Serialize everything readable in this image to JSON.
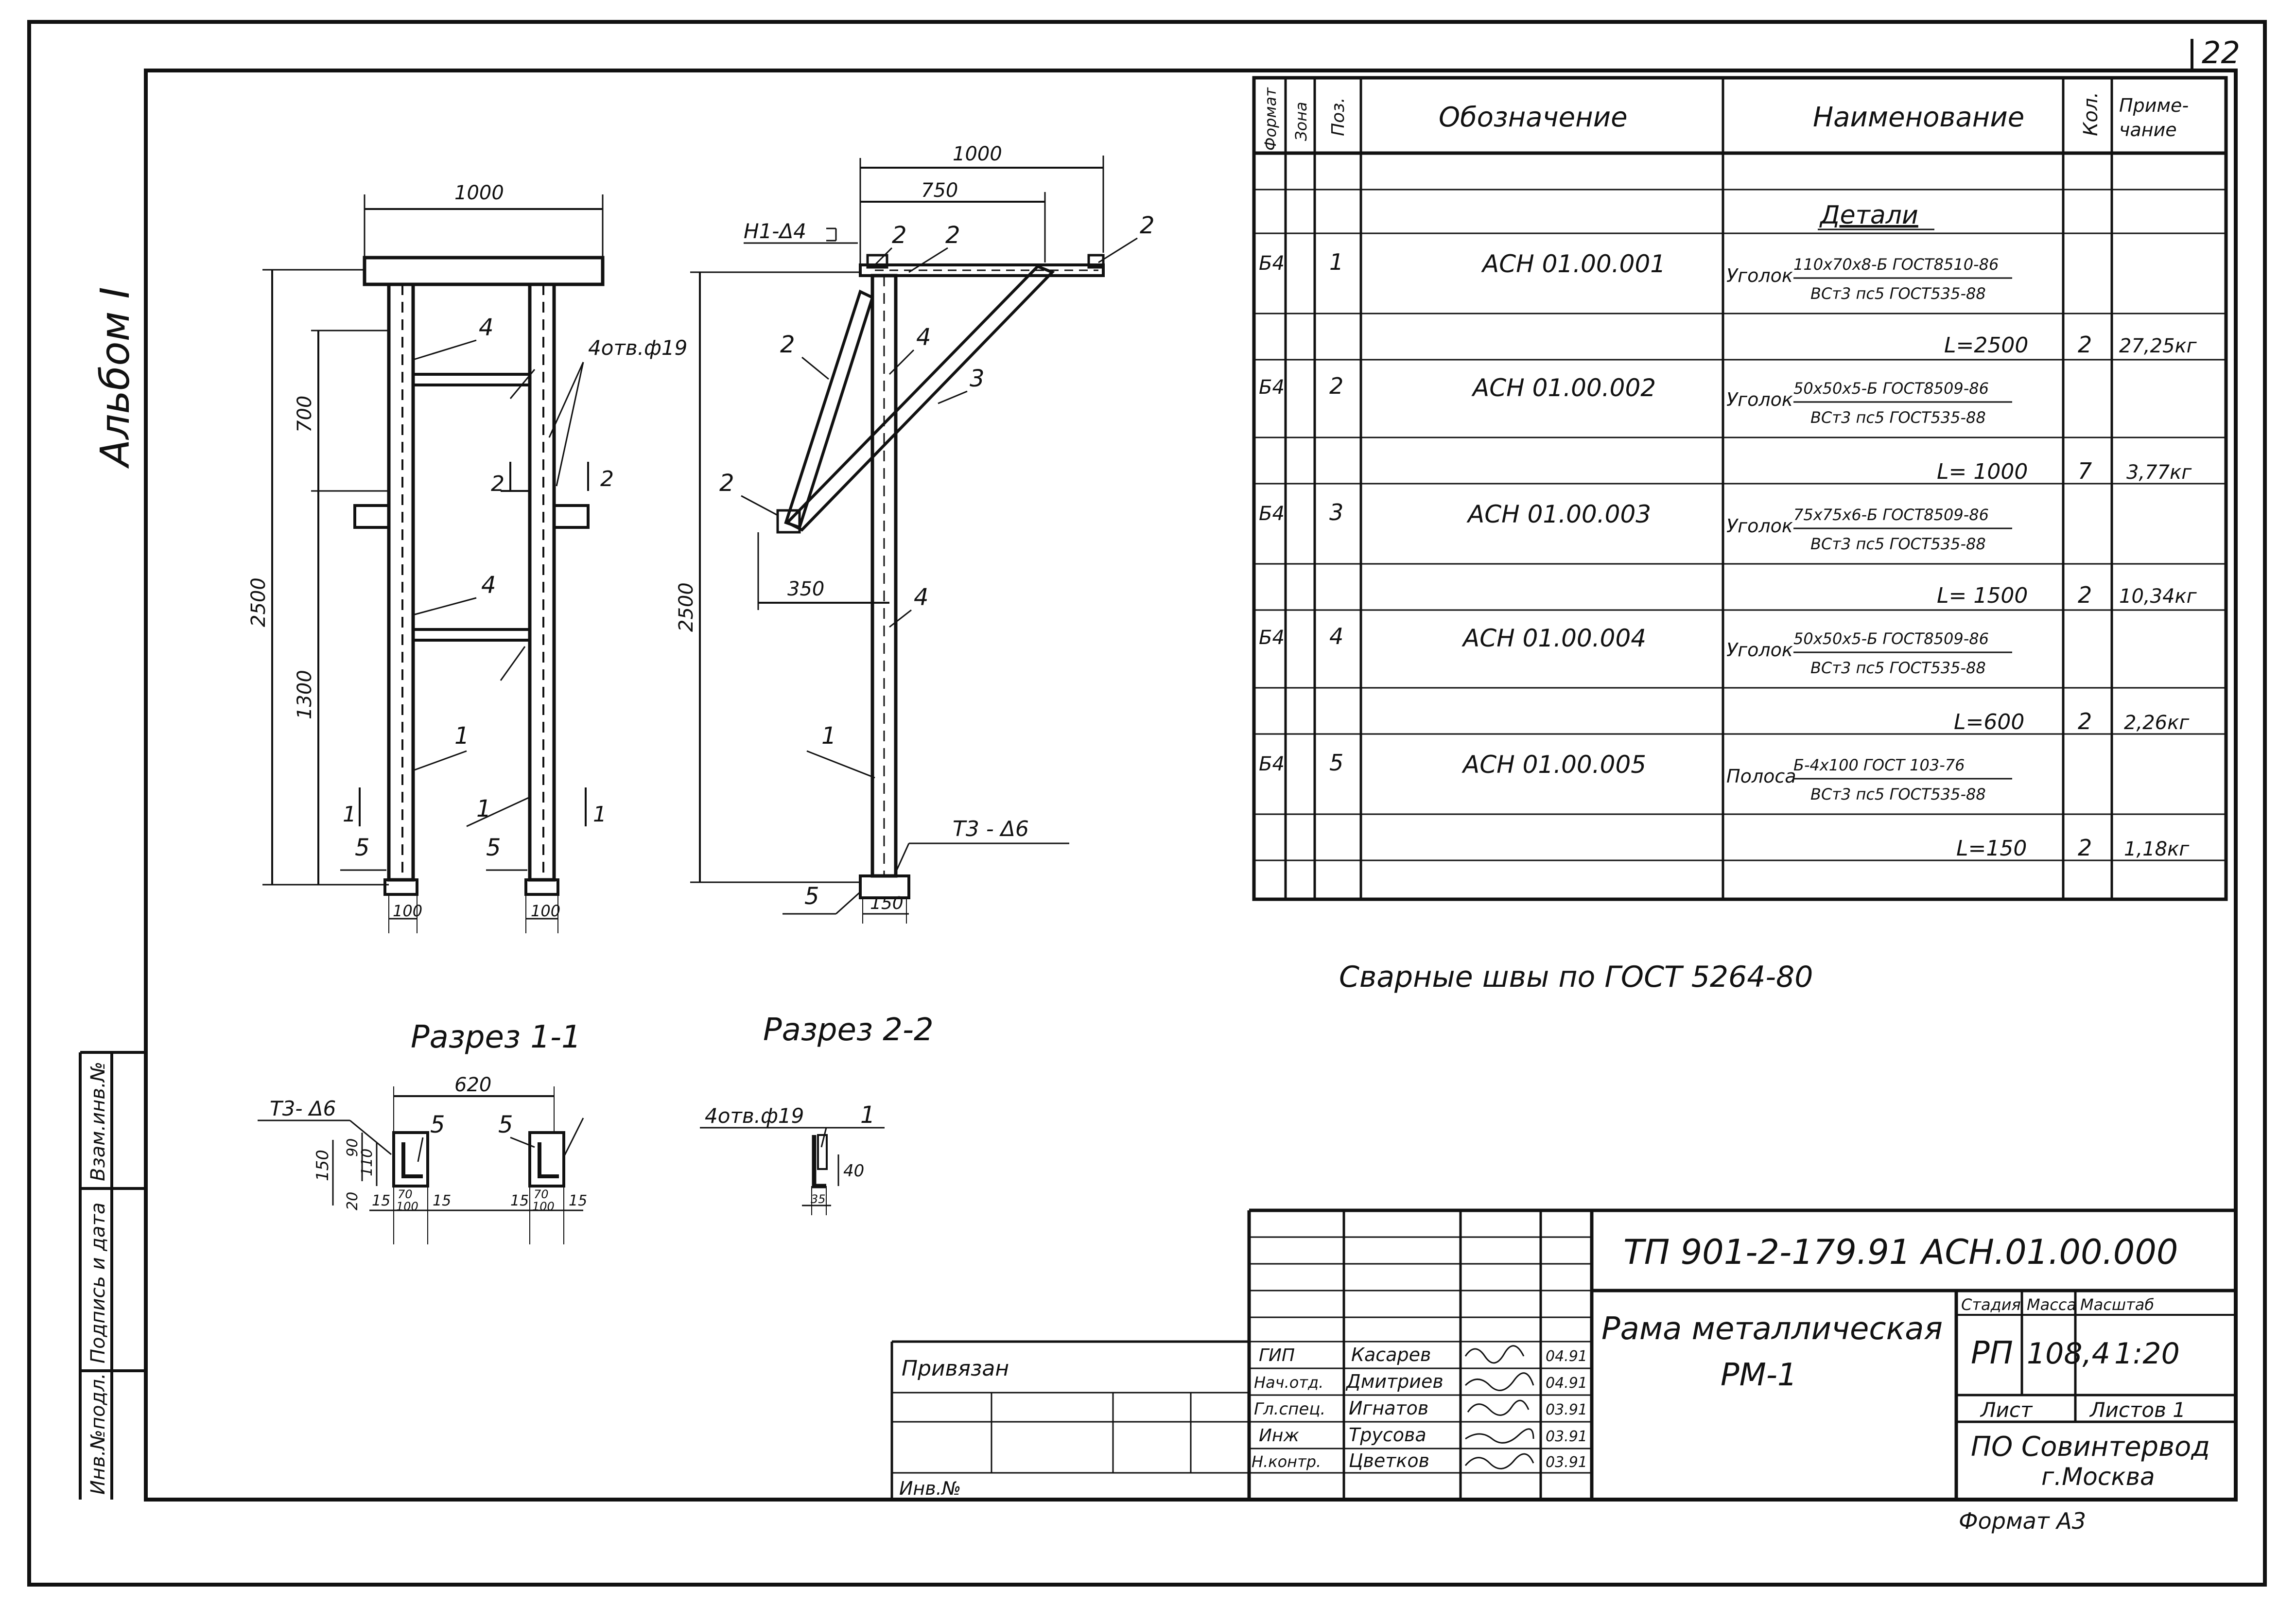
{
  "sheet": {
    "page_number": "22",
    "album": "Альбом I",
    "format_note": "Формат А3"
  },
  "spec_table": {
    "headers": {
      "format": "Формат",
      "zone": "Зона",
      "pos": "Поз.",
      "designation": "Обозначение",
      "name": "Наименование",
      "qty": "Кол.",
      "note_line1": "Приме-",
      "note_line2": "чание"
    },
    "section": "Детали",
    "rows": [
      {
        "format": "Б4",
        "pos": "1",
        "designation": "АСН 01.00.001",
        "type": "Уголок",
        "spec_top": "110x70x8-Б ГОСТ8510-86",
        "spec_bottom": "ВСт3 пс5 ГОСТ535-88",
        "length": "L=2500",
        "qty": "2",
        "note": "27,25кг"
      },
      {
        "format": "Б4",
        "pos": "2",
        "designation": "АСН 01.00.002",
        "type": "Уголок",
        "spec_top": "50x50x5-Б ГОСТ8509-86",
        "spec_bottom": "ВСт3 пс5 ГОСТ535-88",
        "length": "L= 1000",
        "qty": "7",
        "note": "3,77кг"
      },
      {
        "format": "Б4",
        "pos": "3",
        "designation": "АСН 01.00.003",
        "type": "Уголок",
        "spec_top": "75x75x6-Б ГОСТ8509-86",
        "spec_bottom": "ВСт3 пс5 ГОСТ535-88",
        "length": "L= 1500",
        "qty": "2",
        "note": "10,34кг"
      },
      {
        "format": "Б4",
        "pos": "4",
        "designation": "АСН 01.00.004",
        "type": "Уголок",
        "spec_top": "50x50x5-Б ГОСТ8509-86",
        "spec_bottom": "ВСт3 пс5 ГОСТ535-88",
        "length": "L=600",
        "qty": "2",
        "note": "2,26кг"
      },
      {
        "format": "Б4",
        "pos": "5",
        "designation": "АСН 01.00.005",
        "type": "Полоса",
        "spec_top": "Б-4x100 ГОСТ 103-76",
        "spec_bottom": "ВСт3 пс5 ГОСТ535-88",
        "length": "L=150",
        "qty": "2",
        "note": "1,18кг"
      }
    ]
  },
  "weld_note": "Сварные швы по ГОСТ 5264-80",
  "drawing_labels": {
    "front_width": "1000",
    "front_height": "2500",
    "front_upper": "700",
    "front_lower": "1300",
    "holes": "4отв.ф19",
    "cut2": "2",
    "cut1": "1",
    "foot_width": "100",
    "pos1": "1",
    "pos2": "2",
    "pos3": "3",
    "pos4": "4",
    "pos5": "5",
    "side_total": "1000",
    "side_inner": "750",
    "side_height": "2500",
    "side_brace": "350",
    "side_foot": "150",
    "weld_top": "Н1-Δ4",
    "weld_bottom": "Т3 - Δ6"
  },
  "sections": {
    "s11_title": "Разрез 1-1",
    "s22_title": "Разрез 2-2",
    "s11_weld": "Т3- Δ6",
    "s11_dim": "620",
    "s11_150": "150",
    "s11_90": "90",
    "s11_110": "110",
    "s11_20": "20",
    "s11_15": "15",
    "s11_70": "70",
    "s11_100": "100",
    "s22_holes": "4отв.ф19",
    "s22_40": "40",
    "s22_35": "35"
  },
  "left_strip": {
    "inv_podl": "Инв.№подл.",
    "podpis": "Подпись и дата",
    "vzam": "Взам.инв.№"
  },
  "title_block": {
    "code": "ТП 901-2-179.91 АСН.01.00.000",
    "title_line1": "Рама металлическая",
    "title_line2": "РМ-1",
    "stage_label": "Стадия",
    "mass_label": "Масса",
    "scale_label": "Масштаб",
    "stage": "РП",
    "mass": "108,4",
    "scale": "1:20",
    "sheet_label": "Лист",
    "sheets_label": "Листов 1",
    "org_line1": "ПО Совинтервод",
    "org_line2": "г.Москва",
    "privyazan": "Привязан",
    "inv_no": "Инв.№",
    "roles": [
      {
        "role": "ГИП",
        "name": "Касарев",
        "date": "04.91"
      },
      {
        "role": "Нач.отд.",
        "name": "Дмитриев",
        "date": "04.91"
      },
      {
        "role": "Гл.спец.",
        "name": "Игнатов",
        "date": "03.91"
      },
      {
        "role": "Инж",
        "name": "Трусова",
        "date": "03.91"
      },
      {
        "role": "Н.контр.",
        "name": "Цветков",
        "date": "03.91"
      }
    ]
  }
}
